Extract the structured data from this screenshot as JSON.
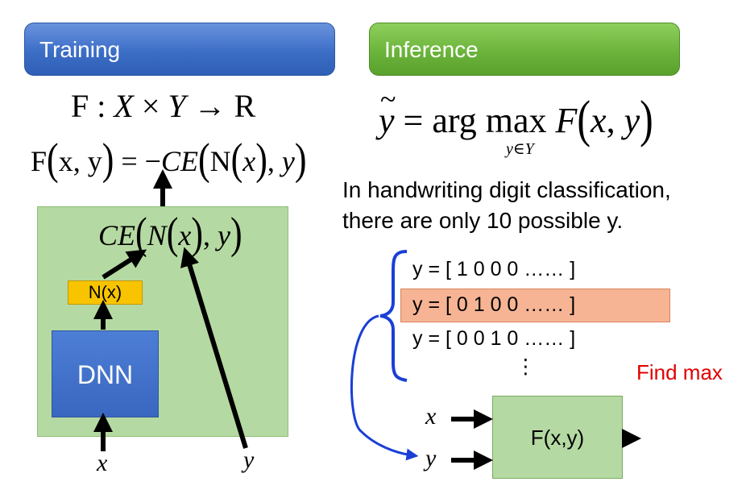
{
  "tabs": {
    "training": "Training",
    "inference": "Inference"
  },
  "training": {
    "formula_map": {
      "F": "F",
      "colon": ":",
      "X": "X",
      "times": "×",
      "Y": "Y",
      "arrow": "→",
      "R": "R"
    },
    "formula_def": {
      "lhs": "F",
      "lhs_args": "x, y",
      "eq": "= −",
      "CE": "CE",
      "N": "N",
      "x": "x",
      "y": "y"
    },
    "ce_label": {
      "CE": "CE",
      "N": "N",
      "x": "x",
      "y": "y"
    },
    "nx_label": "N(x)",
    "dnn_label": "DNN",
    "input_x": "x",
    "input_y": "y"
  },
  "inference": {
    "formula": {
      "ytilde": "y",
      "tilde": "~",
      "eq": "=",
      "op": "arg max",
      "sub": "y∈Y",
      "F": "F",
      "x": "x",
      "y": "y"
    },
    "desc_line1": "In handwriting digit classification,",
    "desc_line2": "there are only 10 possible y.",
    "vectors": [
      "y = [ 1   0   0   0    ……    ]",
      "y = [ 0   1   0   0    ……    ]",
      "y = [ 0   0   1   0    ……    ]"
    ],
    "vdots": "⋮",
    "find_max": "Find max",
    "fxy_label": "F(x,y)",
    "input_x": "x",
    "input_y": "y"
  },
  "colors": {
    "training_tab": "#3c6ec7",
    "inference_tab": "#6bb43b",
    "panel_green": "#b5d9a2",
    "nx_yellow": "#f8c400",
    "highlight": "#f6b494",
    "find_max": "#e00000",
    "brace_blue": "#1a3fd6"
  }
}
